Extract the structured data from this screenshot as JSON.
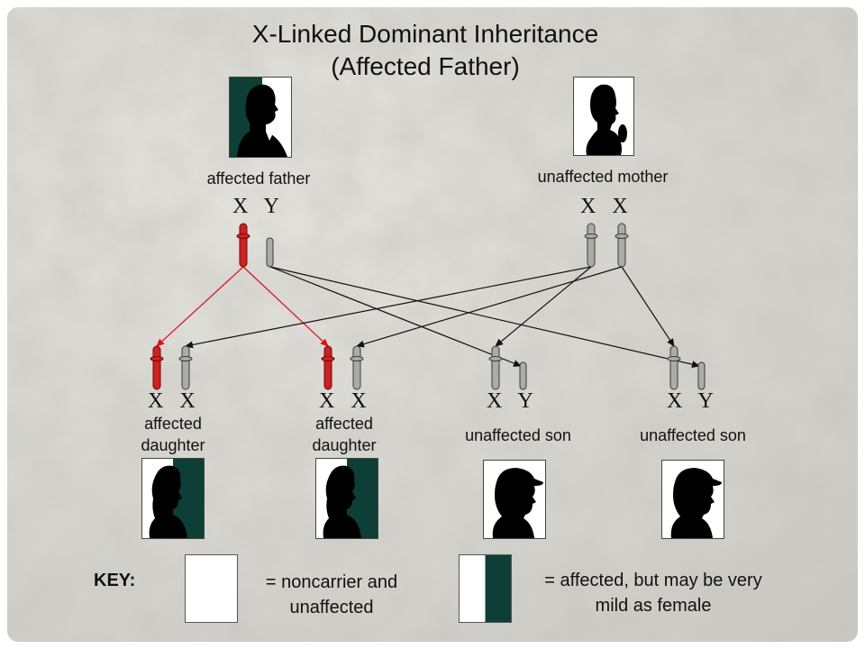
{
  "title": {
    "line1": "X-Linked  Dominant Inheritance",
    "line2": "(Affected Father)"
  },
  "parents": {
    "father": {
      "label": "affected father",
      "chromosomes": "X  Y"
    },
    "mother": {
      "label": "unaffected mother",
      "chromosomes": "X  X"
    }
  },
  "children": [
    {
      "chromosomes": "X  X",
      "label_line1": "affected",
      "label_line2": "daughter"
    },
    {
      "chromosomes": "X  X",
      "label_line1": "affected",
      "label_line2": "daughter"
    },
    {
      "chromosomes": "X  Y",
      "label_line1": "unaffected son",
      "label_line2": ""
    },
    {
      "chromosomes": "X  Y",
      "label_line1": "unaffected son",
      "label_line2": ""
    }
  ],
  "key": {
    "heading": "KEY:",
    "noncarrier_line1": "= noncarrier and",
    "noncarrier_line2": "unaffected",
    "affected_line1": "= affected, but may be very",
    "affected_line2": "mild as female"
  },
  "colors": {
    "affected_chromosome": "#d21f1f",
    "normal_chromosome": "#a9aca9",
    "affected_fill": "#0d3f37",
    "arrow_red": "#e01010",
    "arrow_black": "#111111"
  }
}
